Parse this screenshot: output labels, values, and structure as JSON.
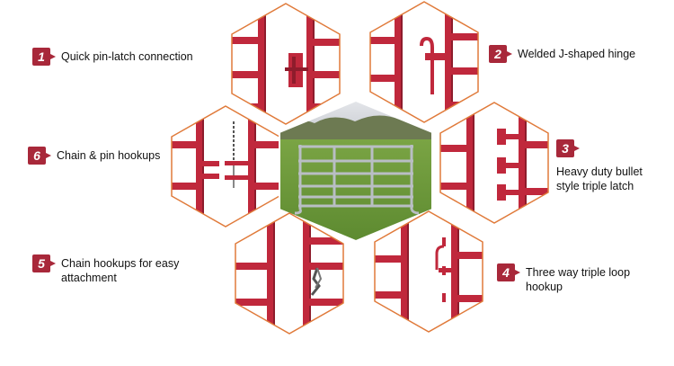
{
  "colors": {
    "accent": "#a8283a",
    "hex_border": "#e07a3a",
    "rail": "#c0283c",
    "rail_shadow": "#8e1c2c",
    "steel": "#b9bec4",
    "sky": "#d8dadf",
    "trees": "#6d7a52",
    "grass": "#6f9a3c"
  },
  "callouts": [
    {
      "number": "1",
      "text": "Quick pin-latch connection"
    },
    {
      "number": "2",
      "text": "Welded J-shaped hinge"
    },
    {
      "number": "3",
      "text": "Heavy duty bullet style triple latch"
    },
    {
      "number": "4",
      "text": "Three way triple loop hookup"
    },
    {
      "number": "5",
      "text": "Chain hookups for easy attachment"
    },
    {
      "number": "6",
      "text": "Chain & pin hookups"
    }
  ],
  "photos": [
    {
      "id": "pin-latch",
      "icon": "pin-latch-closeup-photo"
    },
    {
      "id": "j-hinge",
      "icon": "j-hinge-closeup-photo"
    },
    {
      "id": "bullet-latch",
      "icon": "bullet-latch-closeup-photo"
    },
    {
      "id": "triple-loop",
      "icon": "triple-loop-closeup-photo"
    },
    {
      "id": "chain-hookup",
      "icon": "chain-hookup-closeup-photo"
    },
    {
      "id": "chain-pin",
      "icon": "chain-pin-closeup-photo"
    },
    {
      "id": "gate",
      "icon": "galvanized-gate-in-field-photo"
    }
  ]
}
